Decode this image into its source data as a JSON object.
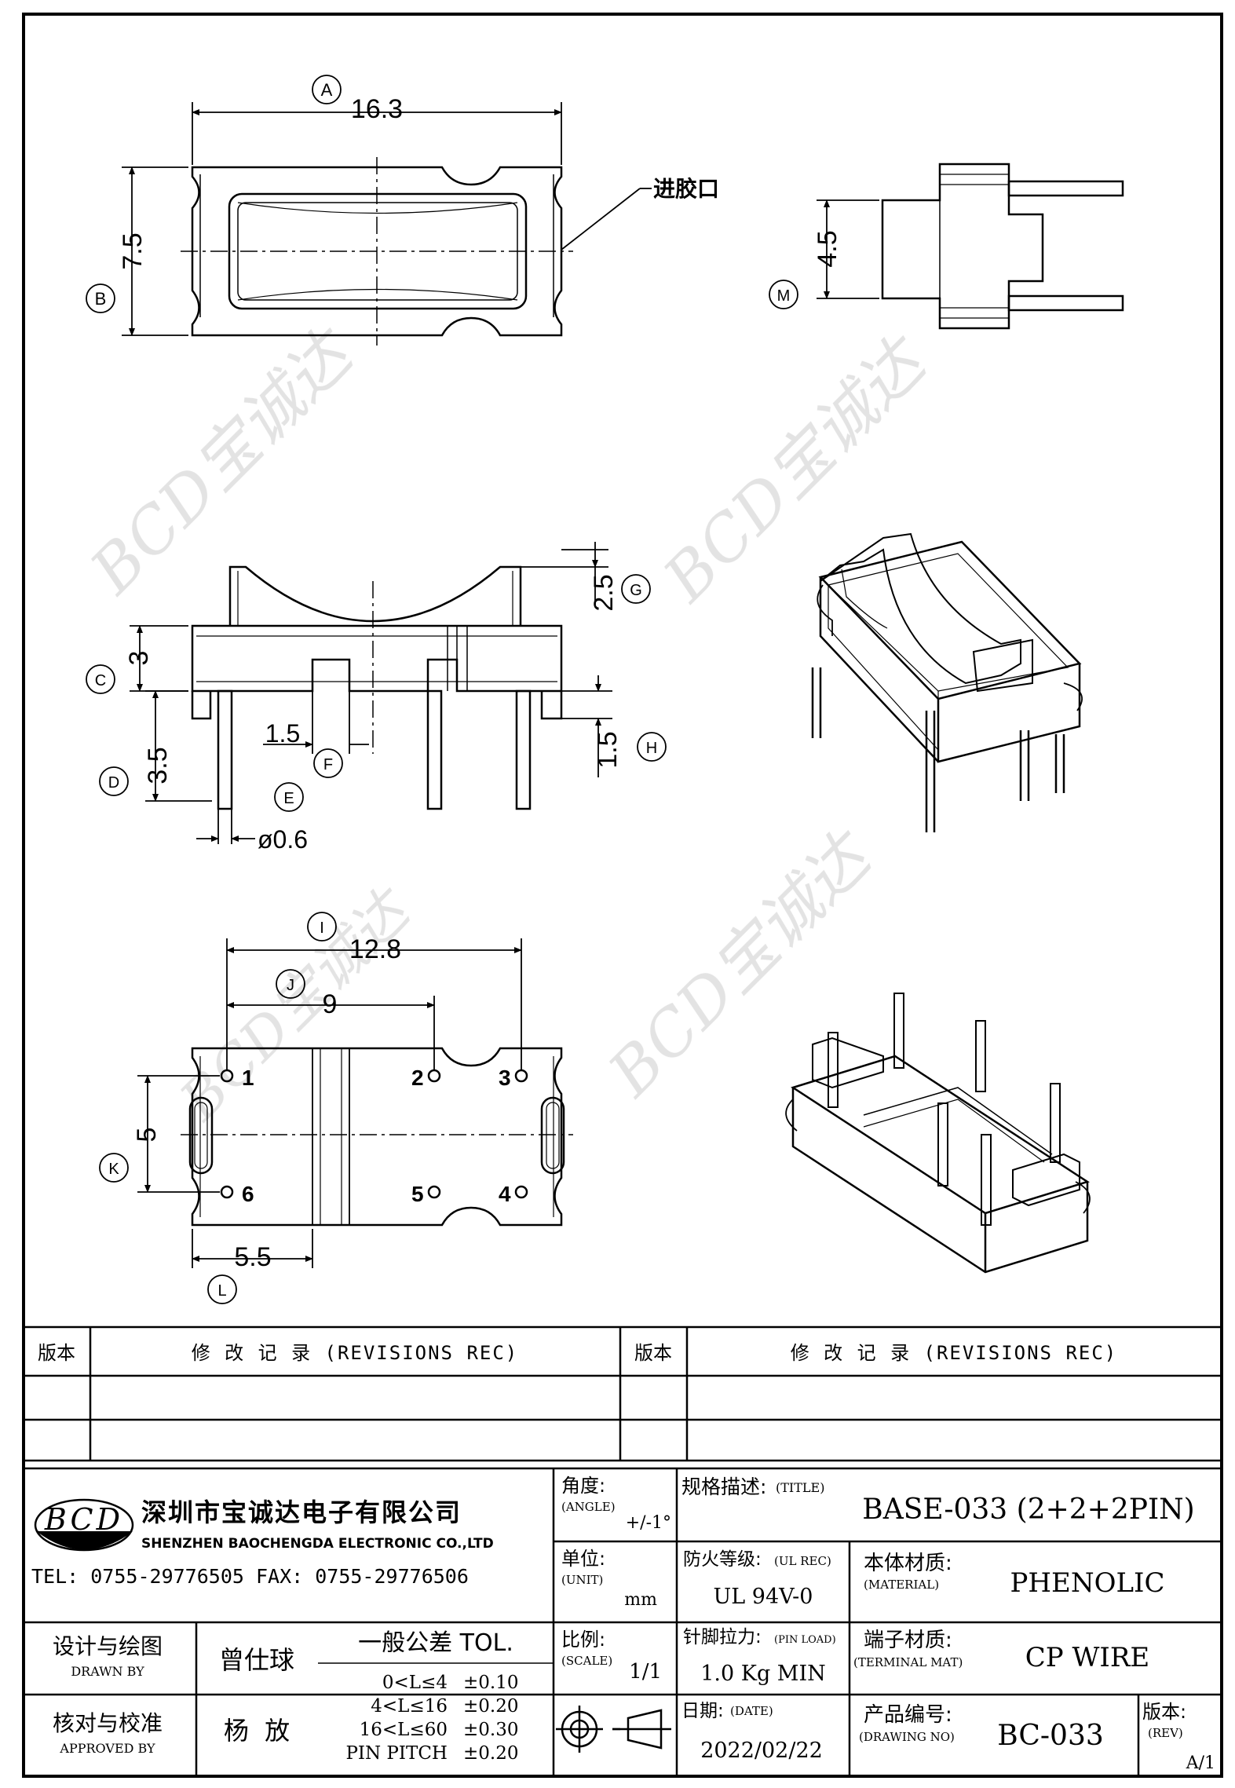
{
  "views": {
    "top": {
      "dim_a_label": "A",
      "dim_a_value": "16.3",
      "dim_b_label": "B",
      "dim_b_value": "7.5",
      "gate_note": "进胶口"
    },
    "side": {
      "dim_m_label": "M",
      "dim_m_value": "4.5"
    },
    "front": {
      "dim_c_label": "C",
      "dim_c_value": "3",
      "dim_g_label": "G",
      "dim_g_value": "2.5",
      "dim_f_label": "F",
      "dim_f_value": "1.5",
      "dim_h_label": "H",
      "dim_h_value": "1.5",
      "dim_d_label": "D",
      "dim_d_value": "3.5",
      "dim_e_label": "E",
      "dim_e_value": "ø0.6"
    },
    "bottom": {
      "dim_i_label": "I",
      "dim_i_value": "12.8",
      "dim_j_label": "J",
      "dim_j_value": "9",
      "dim_k_label": "K",
      "dim_k_value": "5",
      "dim_l_label": "L",
      "dim_l_value": "5.5",
      "pins": [
        "1",
        "2",
        "3",
        "4",
        "5",
        "6"
      ]
    }
  },
  "revisions": {
    "left_header_rev": "版本",
    "left_header_rec": "修 改 记 录 (REVISIONS REC)",
    "right_header_rev": "版本",
    "right_header_rec": "修 改 记 录 (REVISIONS REC)"
  },
  "company": {
    "logo": "BCD",
    "name_cn": "深圳市宝诚达电子有限公司",
    "name_en": "SHENZHEN BAOCHENGDA ELECTRONIC CO.,LTD",
    "contact": "TEL: 0755-29776505  FAX: 0755-29776506",
    "watermark": "BCD宝诚达"
  },
  "title_block": {
    "angle_label": "角度:",
    "angle_label_en": "(ANGLE)",
    "angle_value": "+/-1°",
    "unit_label": "单位:",
    "unit_label_en": "(UNIT)",
    "unit_value": "mm",
    "scale_label": "比例:",
    "scale_label_en": "(SCALE)",
    "scale_value": "1/1",
    "title_label": "规格描述:",
    "title_label_en": "(TITLE)",
    "title_value": "BASE-033 (2+2+2PIN)",
    "ul_label": "防火等级:",
    "ul_label_en": "(UL REC)",
    "ul_value": "UL 94V-0",
    "material_label": "本体材质:",
    "material_label_en": "(MATERIAL)",
    "material_value": "PHENOLIC",
    "pinload_label": "针脚拉力:",
    "pinload_label_en": "(PIN LOAD)",
    "pinload_value": "1.0 Kg MIN",
    "terminal_label": "端子材质:",
    "terminal_label_en": "(TERMINAL MAT)",
    "terminal_value": "CP WIRE",
    "date_label": "日期:",
    "date_label_en": "(DATE)",
    "date_value": "2022/02/22",
    "drawing_label": "产品编号:",
    "drawing_label_en": "(DRAWING NO)",
    "drawing_value": "BC-033",
    "rev_label": "版本:",
    "rev_label_en": "(REV)",
    "rev_value": "A/1",
    "drawn_label": "设计与绘图",
    "drawn_label_en": "DRAWN BY",
    "drawn_value": "曾仕球",
    "approved_label": "核对与校准",
    "approved_label_en": "APPROVED BY",
    "approved_value": "杨  放",
    "tol_title": "一般公差 TOL.",
    "tol_rows": [
      {
        "range": "0<L≤4",
        "value": "±0.10"
      },
      {
        "range": "4<L≤16",
        "value": "±0.20"
      },
      {
        "range": "16<L≤60",
        "value": "±0.30"
      },
      {
        "range": "PIN PITCH",
        "value": "±0.20"
      }
    ]
  }
}
